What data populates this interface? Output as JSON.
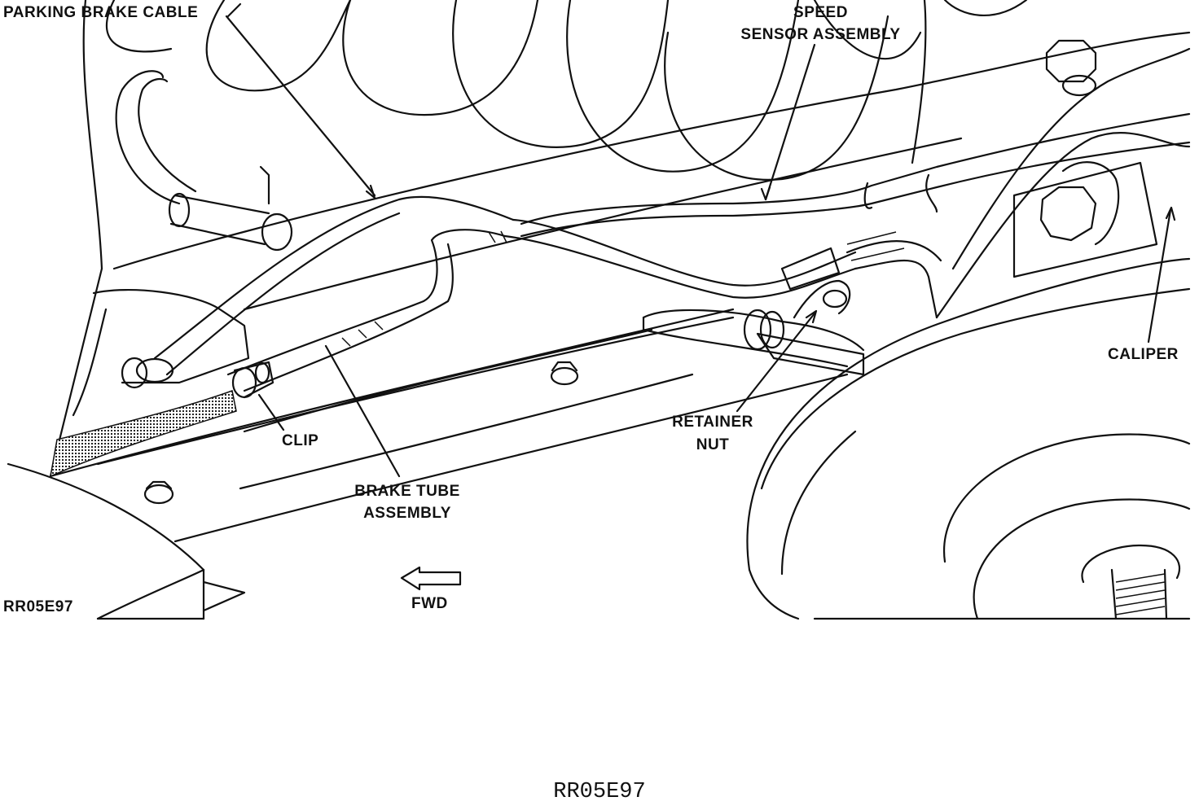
{
  "labels": {
    "parking_brake_cable": "PARKING BRAKE CABLE",
    "speed_line1": "SPEED",
    "speed_line2": "SENSOR ASSEMBLY",
    "caliper": "CALIPER",
    "retainer_line1": "RETAINER",
    "retainer_line2": "NUT",
    "clip": "CLIP",
    "brake_tube_line1": "BRAKE TUBE",
    "brake_tube_line2": "ASSEMBLY",
    "fwd": "FWD",
    "figure_code": "RR05E97"
  },
  "caption": "RR05E97"
}
